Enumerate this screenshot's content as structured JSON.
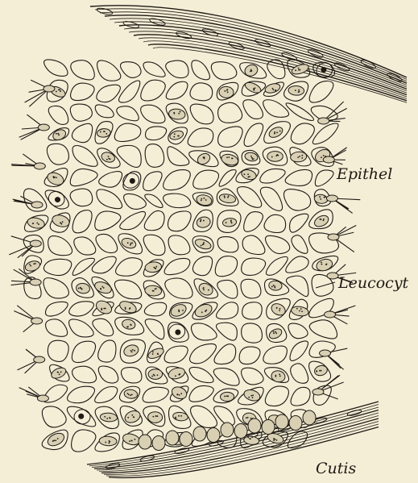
{
  "figure": {
    "labels": {
      "epithel": "Epithel",
      "leucocyt": "Leucocyt",
      "cutis": "Cutis"
    },
    "colors": {
      "paper": "#f4eed7",
      "ink": "#1e1a14"
    }
  }
}
